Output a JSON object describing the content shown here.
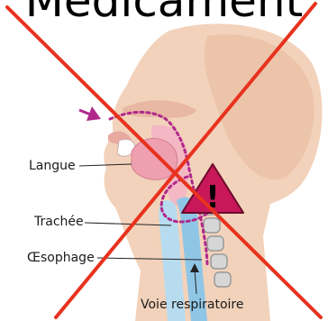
{
  "header": {
    "text": "Médicament"
  },
  "labels": {
    "langue": "Langue",
    "trachee": "Trachée",
    "oesophage": "Œsophage",
    "voie": "Voie respiratoire"
  },
  "warning": {
    "symbol": "!",
    "icon": "warning-triangle-icon",
    "color": "#c8185a"
  },
  "colors": {
    "skin": "#f2d2ba",
    "skin_dark": "#e4b89c",
    "tongue": "#eea0b0",
    "airway": "#f4b8c4",
    "esophagus": "#8fc6e6",
    "spine": "#d6d6d6",
    "path": "#b0288a",
    "cross": "#e8321e"
  }
}
